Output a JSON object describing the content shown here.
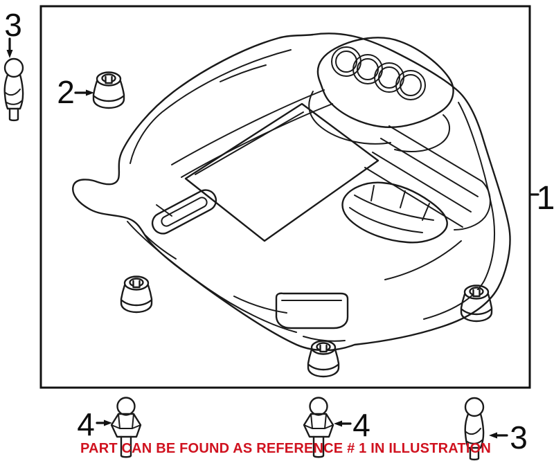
{
  "colors": {
    "background": "#ffffff",
    "line_art": "#1a1a1a",
    "caption": "#d0121f"
  },
  "callouts": {
    "engine_cover": "1",
    "grommet": "2",
    "top_left_stud": "3",
    "bottom_right_stud": "3",
    "bottom_left_stud": "4",
    "bottom_middle_stud": "4"
  },
  "caption": {
    "text": "PART CAN BE FOUND AS REFERENCE # 1 IN ILLUSTRATION"
  }
}
